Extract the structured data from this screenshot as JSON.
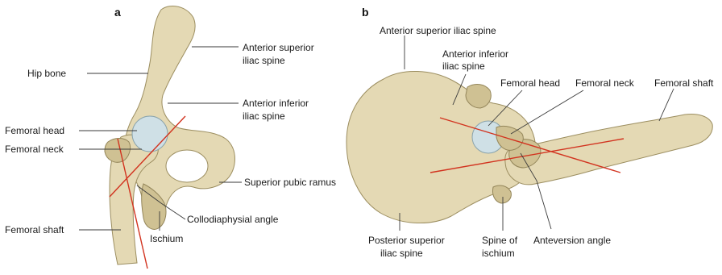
{
  "panel_a": {
    "label": "a",
    "labels": {
      "hip_bone": "Hip bone",
      "femoral_head": "Femoral head",
      "femoral_neck": "Femoral neck",
      "femoral_shaft": "Femoral shaft",
      "asis_line1": "Anterior superior",
      "asis_line2": "iliac spine",
      "aiis_line1": "Anterior inferior",
      "aiis_line2": "iliac spine",
      "superior_pubic_ramus": "Superior pubic ramus",
      "collodiaphysial_angle": "Collodiaphysial angle",
      "ischium": "Ischium"
    }
  },
  "panel_b": {
    "label": "b",
    "labels": {
      "asis": "Anterior superior iliac spine",
      "aiis_line1": "Anterior inferior",
      "aiis_line2": "iliac spine",
      "femoral_head": "Femoral head",
      "femoral_neck": "Femoral neck",
      "femoral_shaft": "Femoral shaft",
      "psis_line1": "Posterior superior",
      "psis_line2": "iliac spine",
      "spine_ischium_line1": "Spine of",
      "spine_ischium_line2": "ischium",
      "anteversion_angle": "Anteversion angle"
    }
  },
  "colors": {
    "bone": "#e4d9b4",
    "cartilage": "#cfe0e6",
    "axis_lines": "#d2331f"
  }
}
